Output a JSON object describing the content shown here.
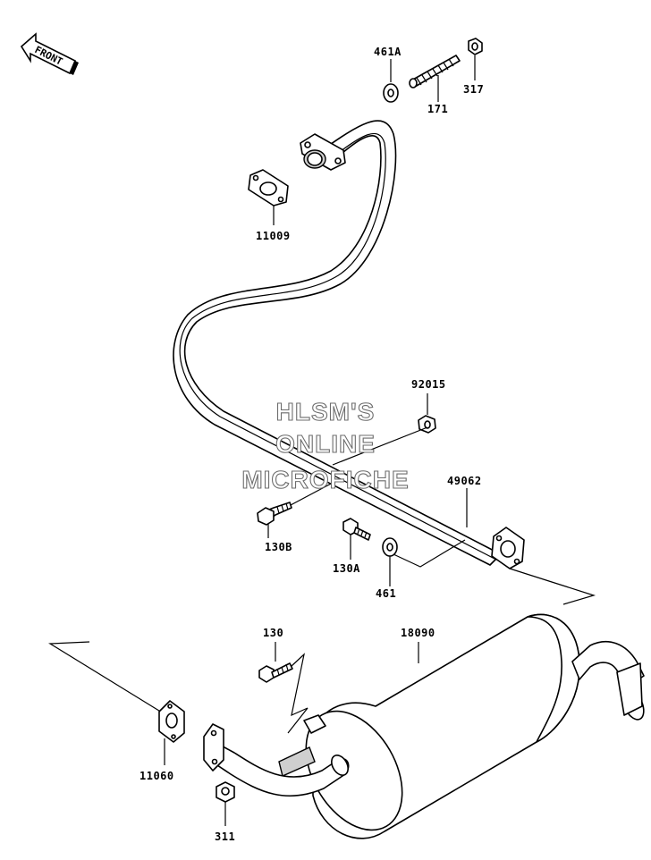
{
  "watermark": {
    "line1": "HLSM'S",
    "line2": "ONLINE",
    "line3": "MICROFICHE"
  },
  "front_indicator": {
    "label": "FRONT"
  },
  "part_labels": {
    "p461A": "461A",
    "p317": "317",
    "p171": "171",
    "p11009": "11009",
    "p92015": "92015",
    "p49062": "49062",
    "p130B": "130B",
    "p130A": "130A",
    "p461": "461",
    "p130": "130",
    "p18090": "18090",
    "p11060": "11060",
    "p311": "311"
  },
  "icons": [
    "front-arrow-icon"
  ]
}
